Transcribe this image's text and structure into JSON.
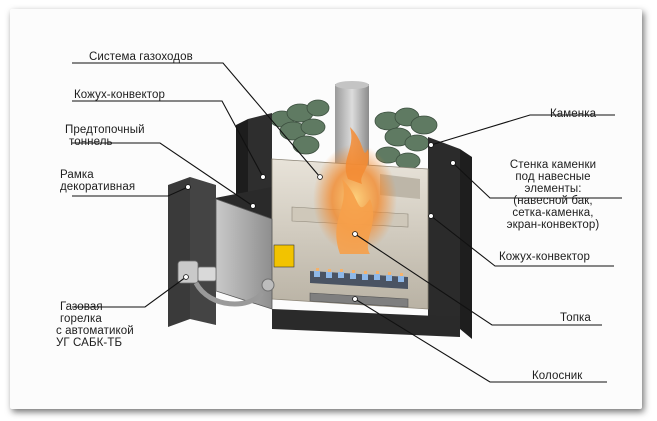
{
  "labels": {
    "sistema_gazokhodov": "Система газоходов",
    "kozhukh_konvektor_top": "Кожух-конвектор",
    "predtopochny_line1": "Предтопочный",
    "predtopochny_line2": "тоннель",
    "ramka_line1": "Рамка",
    "ramka_line2": "декоративная",
    "gorelka_line1": "Газовая",
    "gorelka_line2": "горелка",
    "gorelka_line3": "с автоматикой",
    "gorelka_line4": "УГ САБК-ТБ",
    "kamenka": "Каменка",
    "stenka_line1": "Стенка каменки",
    "stenka_line2": "под навесные",
    "stenka_line3": "элементы:",
    "stenka_line4": "(навесной бак,",
    "stenka_line5": "сетка-каменка,",
    "stenka_line6": "экран-конвектор)",
    "kozhukh_konvektor_right": "Кожух-конвектор",
    "topka": "Топка",
    "kolosnik": "Колосник"
  },
  "colors": {
    "stove_body": "#2b2b2b",
    "firebox_steel": "#d8d2c6",
    "stones": "#5f7a62",
    "flame": "#f28a2e",
    "burner_blue": "#8fb8e8",
    "leader_line": "#111111"
  }
}
